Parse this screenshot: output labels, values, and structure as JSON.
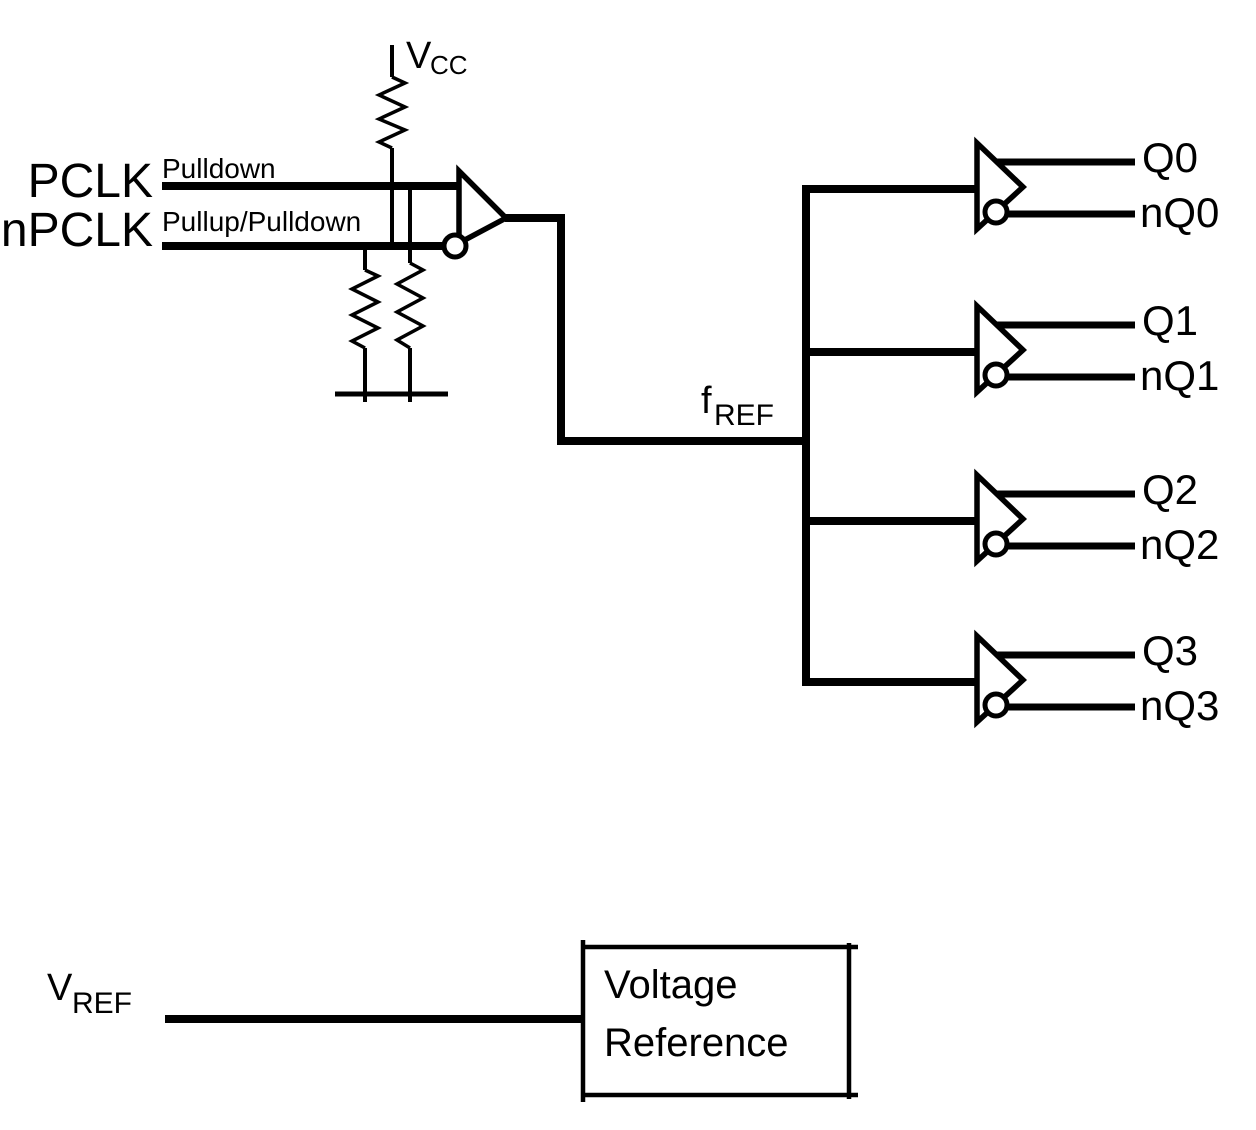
{
  "page": {
    "background": "#ffffff",
    "ink": "#000000"
  },
  "diagram": {
    "inputs": {
      "pclk": {
        "label": "PCLK",
        "termination": "Pulldown"
      },
      "npclk": {
        "label": "nPCLK",
        "termination": "Pullup/Pulldown"
      }
    },
    "power": {
      "vcc": {
        "main": "V",
        "sub": "CC"
      }
    },
    "nodes": {
      "fref": {
        "main": "f",
        "sub": "REF"
      }
    },
    "outputs": [
      {
        "q": "Q0",
        "nq": "nQ0"
      },
      {
        "q": "Q1",
        "nq": "nQ1"
      },
      {
        "q": "Q2",
        "nq": "nQ2"
      },
      {
        "q": "Q3",
        "nq": "nQ3"
      }
    ],
    "vref": {
      "main": "V",
      "sub": "REF"
    },
    "voltage_reference_box": {
      "line1": "Voltage",
      "line2": "Reference"
    }
  }
}
